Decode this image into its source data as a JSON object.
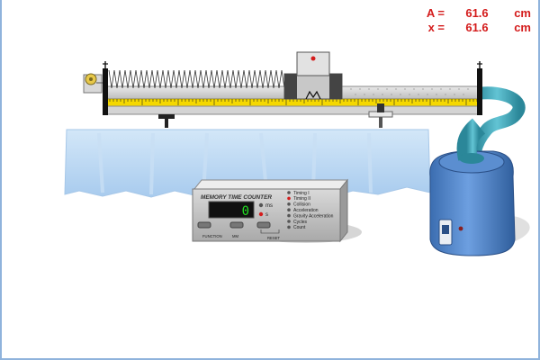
{
  "readouts": {
    "amplitude": {
      "label": "A =",
      "value": "61.6",
      "unit": "cm"
    },
    "position": {
      "label": "x =",
      "value": "61.6",
      "unit": "cm"
    }
  },
  "counter": {
    "brand": "MEMORY TIME COUNTER",
    "display_value": "0",
    "units": [
      "ms",
      "s"
    ],
    "selected_unit": "s",
    "buttons": {
      "function": "FUNCTION",
      "mode": "MM",
      "reset": "RESET"
    },
    "modes": [
      "Timing I",
      "Timing II",
      "Collision",
      "Acceleration",
      "Gravity Acceleration",
      "Cycles",
      "Count"
    ],
    "active_mode": "Timing II"
  },
  "colors": {
    "readout_text": "#d41c1c",
    "display_digits": "#22dd22",
    "ruler": "#f5d800",
    "tablecloth": "#bcd9f3",
    "blower": "#4e84c4",
    "hose": "#3a9cb0"
  }
}
